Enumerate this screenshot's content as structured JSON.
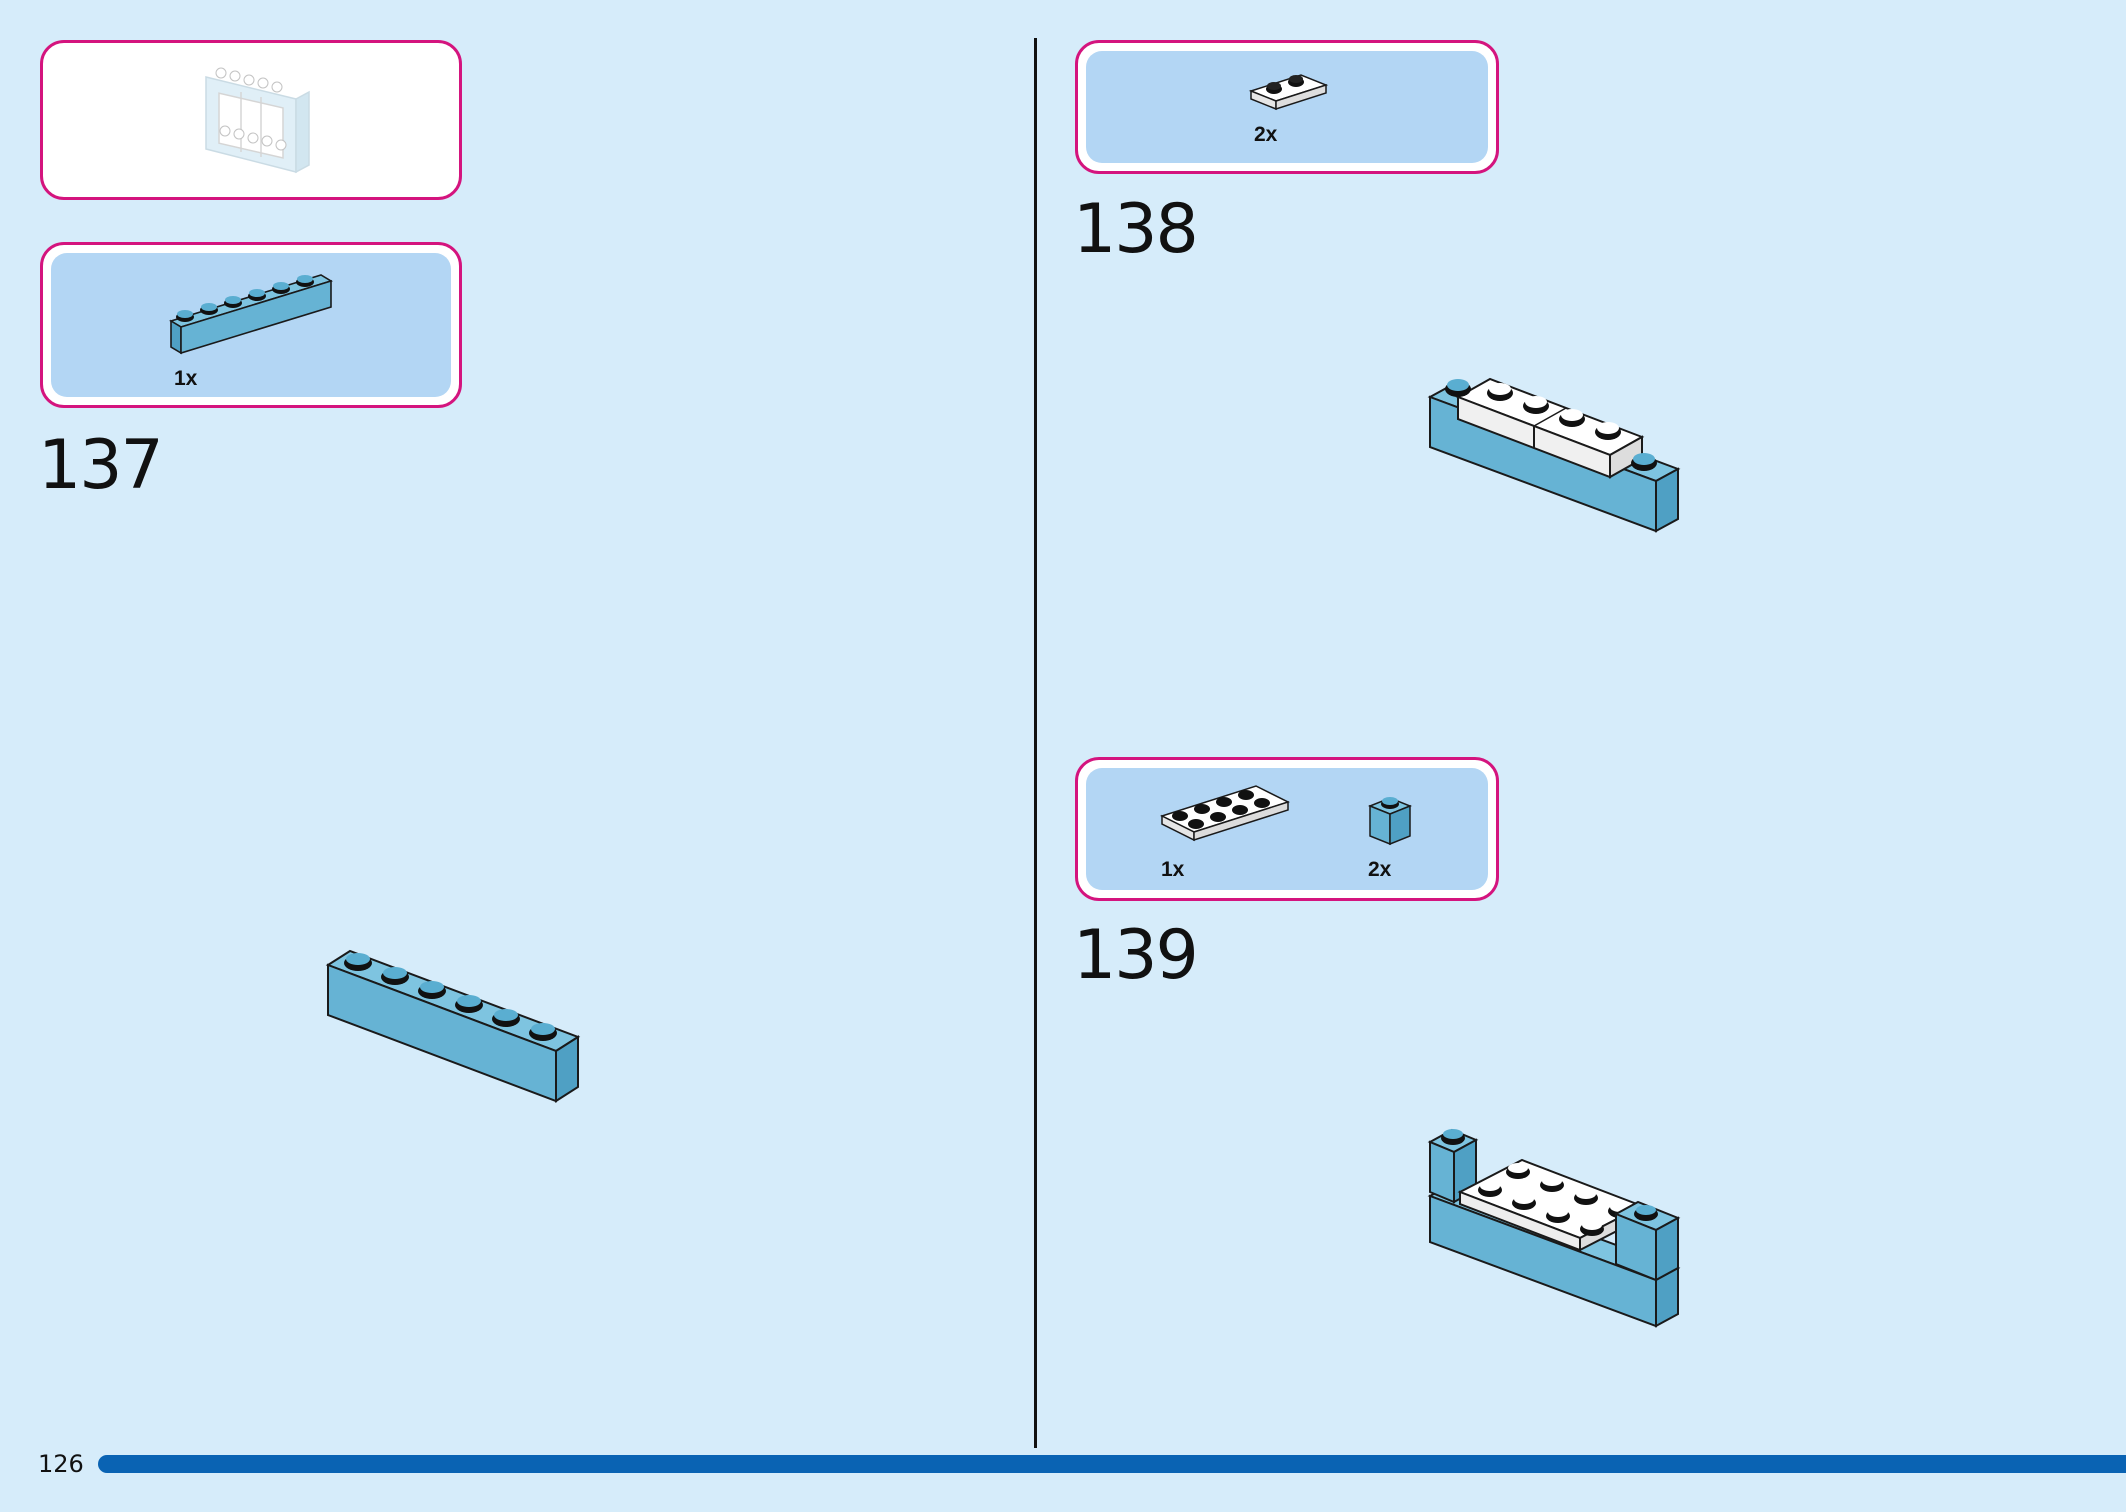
{
  "page": {
    "page_number": "126",
    "progress_color": "#0a63b3",
    "frame_color": "#d4147e",
    "background_color": "#d6ecfa"
  },
  "steps": [
    {
      "number": "137",
      "parts": [
        {
          "qty": "1x",
          "part": "brick-1x6-medium-azure"
        }
      ]
    },
    {
      "number": "138",
      "parts": [
        {
          "qty": "2x",
          "part": "plate-1x2-with-rail-white"
        }
      ]
    },
    {
      "number": "139",
      "parts": [
        {
          "qty": "1x",
          "part": "plate-2x4-white"
        },
        {
          "qty": "2x",
          "part": "brick-1x1-medium-azure"
        }
      ]
    }
  ]
}
